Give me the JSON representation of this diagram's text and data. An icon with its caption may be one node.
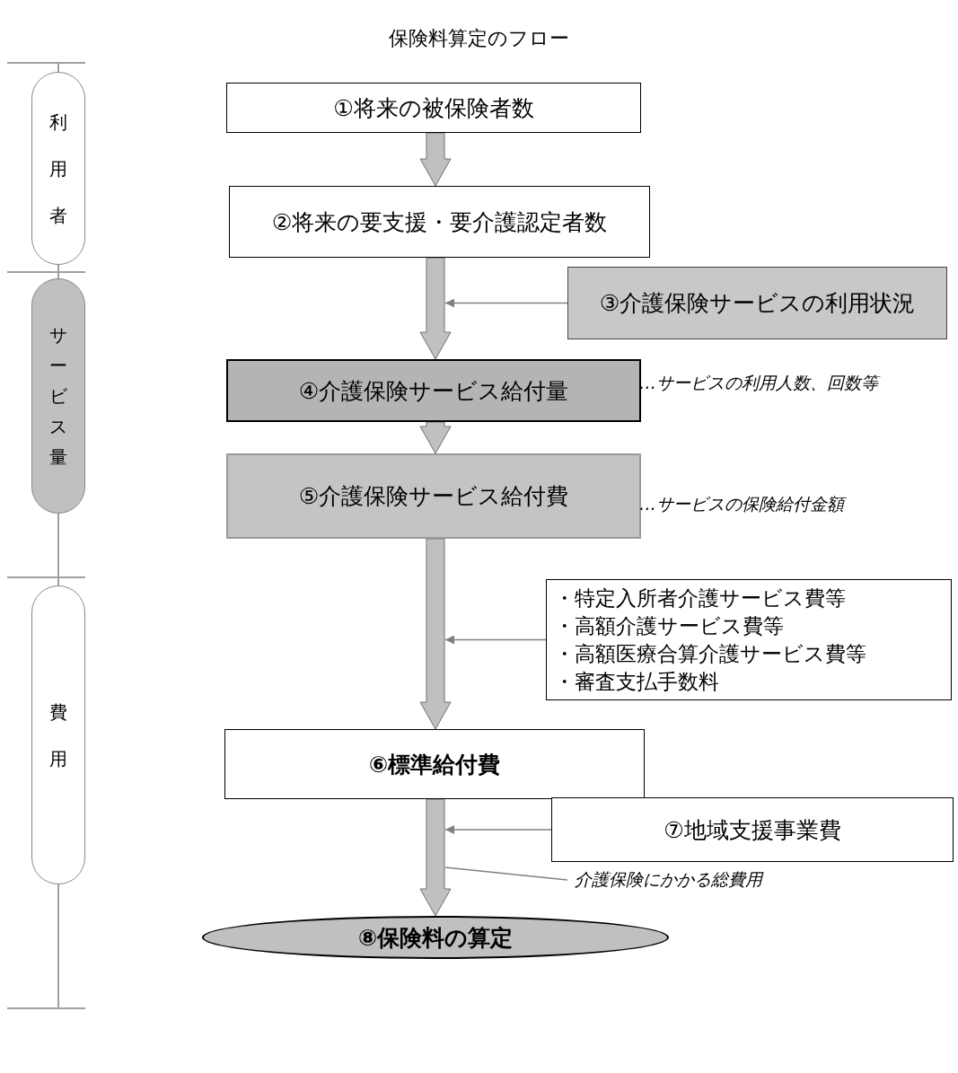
{
  "diagram": {
    "title": "保険料算定のフロー",
    "nodes": [
      {
        "text": [
          "①将来の被保険者数"
        ]
      },
      {
        "text": [
          "②将来の要支援・要介護認定者数"
        ]
      },
      {
        "text": [
          "③介護保険サービスの利用状況"
        ]
      },
      {
        "text": [
          "④介護保険サービス給付量"
        ],
        "beside": [
          "…サービスの利用人数、回数等"
        ]
      },
      {
        "text": [
          "⑤介護保険サービス給付費"
        ],
        "beside": [
          "…サービスの保険給付金額"
        ]
      },
      {
        "text": [
          "・特定入所者介護サービス費等",
          "・高額介護サービス費等",
          "・高額医療合算介護サービス費等",
          "・審査支払手数料"
        ]
      },
      {
        "text": [
          "⑥標準給付費"
        ]
      },
      {
        "text": [
          "⑦地域支援事業費"
        ]
      },
      {
        "text": [
          "⑧保険料の算定"
        ]
      },
      {
        "text": [
          "利用者"
        ]
      },
      {
        "text": [
          "サービス量"
        ]
      },
      {
        "text": [
          "費用"
        ]
      },
      {
        "text": [
          "介護保険にかかる総費用"
        ]
      }
    ],
    "edges": [
      {
        "from": 0,
        "to": 1,
        "arrow": "to",
        "style": "thick"
      },
      {
        "from": 1,
        "to": 3,
        "arrow": "to",
        "style": "thick"
      },
      {
        "from": 2,
        "to": null,
        "arrow": "to"
      },
      {
        "from": 3,
        "to": 4,
        "arrow": "to",
        "style": "thick"
      },
      {
        "from": 4,
        "to": 6,
        "arrow": "to",
        "style": "thick"
      },
      {
        "from": 5,
        "to": null,
        "arrow": "to"
      },
      {
        "from": 6,
        "to": 8,
        "arrow": "to",
        "style": "thick"
      },
      {
        "from": 7,
        "to": null,
        "arrow": "to"
      },
      {
        "from": 12,
        "to": null,
        "arrow": "none"
      }
    ]
  }
}
